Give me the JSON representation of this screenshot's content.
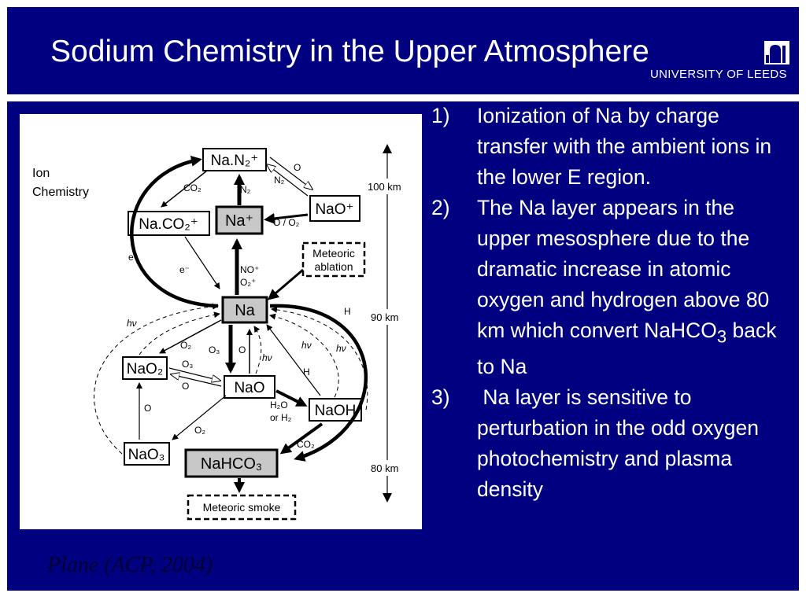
{
  "slide": {
    "title": "Sodium Chemistry in the Upper Atmosphere",
    "logo_text": "UNIVERSITY OF LEEDS",
    "citation": "Plane (ACP, 2004)",
    "points": [
      {
        "num": "1)",
        "text_html": "Ionization of Na by charge transfer with the ambient ions in the lower E region."
      },
      {
        "num": "2)",
        "text_html": "The Na layer appears in the upper mesosphere due to the dramatic increase in atomic oxygen and hydrogen above 80 km which convert NaHCO<sub>3</sub> back to Na"
      },
      {
        "num": "3)",
        "text_html": "&nbsp;Na layer is sensitive to perturbation in the odd oxygen photochemistry and plasma density"
      }
    ]
  },
  "diagram": {
    "label_ion_line1": "Ion",
    "label_ion_line2": "Chemistry",
    "altitudes": [
      "100 km",
      "90 km",
      "80 km"
    ],
    "species": {
      "na_n2": "Na.N₂⁺",
      "na_plus": "Na⁺",
      "nao_plus": "NaO⁺",
      "na_co2": "Na.CO₂⁺",
      "meteoric_ablation_line1": "Meteoric",
      "meteoric_ablation_line2": "ablation",
      "na": "Na",
      "nao2": "NaO₂",
      "nao": "NaO",
      "naoh": "NaOH",
      "nao3": "NaO₃",
      "nahco3": "NaHCO₃",
      "meteoric_smoke": "Meteoric smoke"
    },
    "reactants": {
      "co2_top": "CO₂",
      "n2_up": "N₂",
      "o_top": "O",
      "n2_side": "N₂",
      "o_o2": "O / O₂",
      "e_left": "e⁻",
      "e_mid": "e⁻",
      "no_plus": "NO⁺",
      "o2_plus": "O₂⁺",
      "h_top": "H",
      "hv_left": "hν",
      "o2_a": "O₂",
      "o3_a": "O₃",
      "o_a": "O",
      "hv_mid": "hν",
      "hv_right1": "hν",
      "hv_right2": "hν",
      "o3_b": "O₃",
      "o_b": "O",
      "h_mid": "H",
      "o_c": "O",
      "h2o_or_h2_line1": "H₂O",
      "h2o_or_h2_line2": "or H₂",
      "o2_b": "O₂",
      "co2_bottom": "CO₂"
    }
  }
}
